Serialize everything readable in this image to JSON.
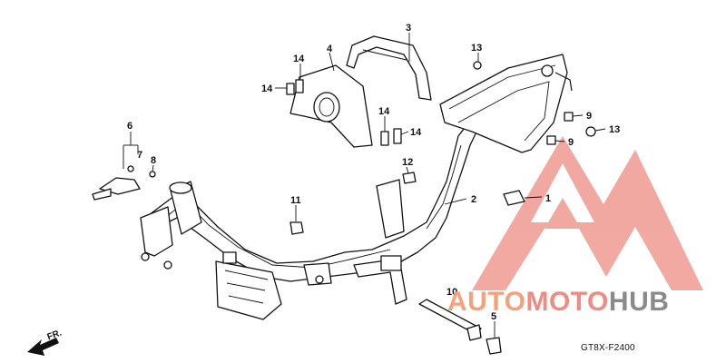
{
  "diagram": {
    "code": "GT8X-F2400",
    "direction_label": "FR.",
    "callouts": [
      {
        "id": "c1",
        "text": "1"
      },
      {
        "id": "c2",
        "text": "2"
      },
      {
        "id": "c3",
        "text": "3"
      },
      {
        "id": "c4",
        "text": "4"
      },
      {
        "id": "c5",
        "text": "5"
      },
      {
        "id": "c6",
        "text": "6"
      },
      {
        "id": "c7",
        "text": "7"
      },
      {
        "id": "c8",
        "text": "8"
      },
      {
        "id": "c9a",
        "text": "9"
      },
      {
        "id": "c9b",
        "text": "9"
      },
      {
        "id": "c10",
        "text": "10"
      },
      {
        "id": "c11",
        "text": "11"
      },
      {
        "id": "c12",
        "text": "12"
      },
      {
        "id": "c13a",
        "text": "13"
      },
      {
        "id": "c13b",
        "text": "13"
      },
      {
        "id": "c14a",
        "text": "14"
      },
      {
        "id": "c14b",
        "text": "14"
      },
      {
        "id": "c14c",
        "text": "14"
      },
      {
        "id": "c14d",
        "text": "14"
      }
    ]
  },
  "watermark": {
    "part_a": "AUTO",
    "part_b": "MOTO",
    "part_c": "HUB",
    "colors": {
      "auto": "#f2a37e",
      "moto": "#ec8c82",
      "hub": "#8a8a8a",
      "logo": "#ee9a90"
    }
  }
}
